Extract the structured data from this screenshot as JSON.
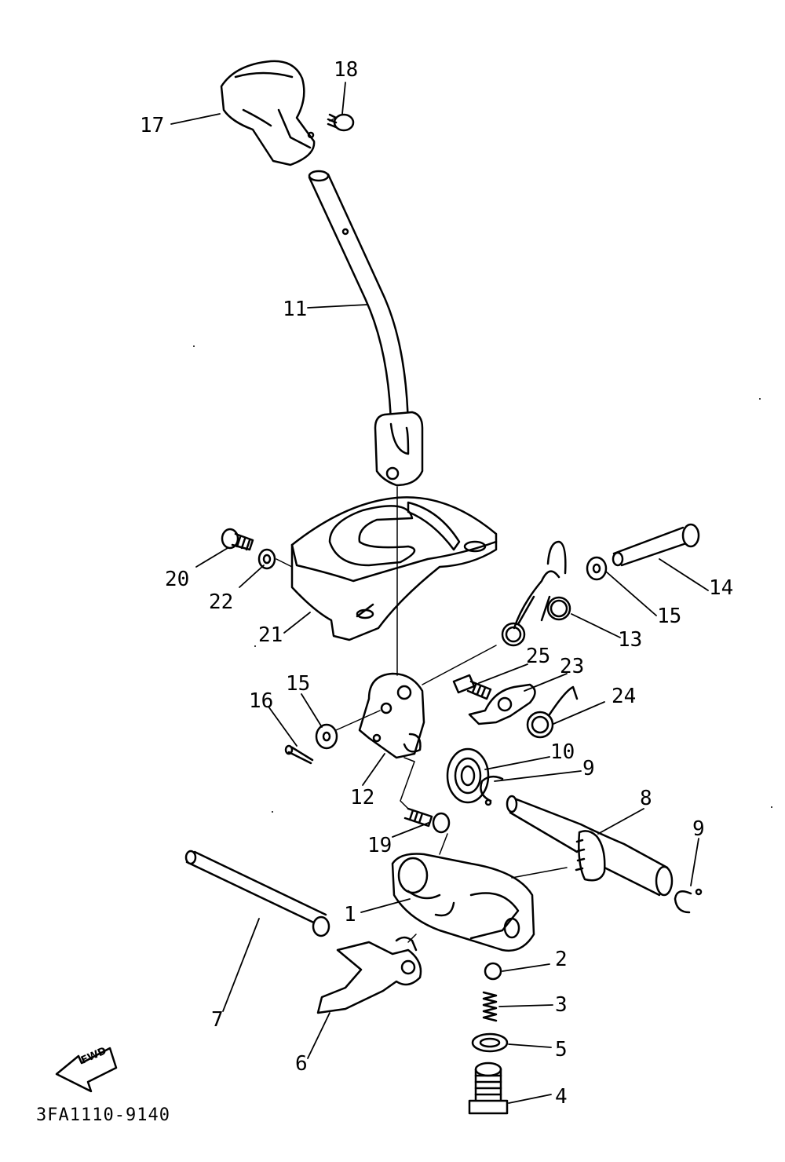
{
  "diagram": {
    "part_code": "3FA1110-9140",
    "fwd_label": "FWD",
    "callouts": [
      {
        "id": "c17",
        "text": "17"
      },
      {
        "id": "c18",
        "text": "18"
      },
      {
        "id": "c11",
        "text": "11"
      },
      {
        "id": "c20",
        "text": "20"
      },
      {
        "id": "c22",
        "text": "22"
      },
      {
        "id": "c21",
        "text": "21"
      },
      {
        "id": "c14",
        "text": "14"
      },
      {
        "id": "c15a",
        "text": "15"
      },
      {
        "id": "c13",
        "text": "13"
      },
      {
        "id": "c25",
        "text": "25"
      },
      {
        "id": "c23",
        "text": "23"
      },
      {
        "id": "c24",
        "text": "24"
      },
      {
        "id": "c15b",
        "text": "15"
      },
      {
        "id": "c16",
        "text": "16"
      },
      {
        "id": "c10",
        "text": "10"
      },
      {
        "id": "c9a",
        "text": "9"
      },
      {
        "id": "c12",
        "text": "12"
      },
      {
        "id": "c8",
        "text": "8"
      },
      {
        "id": "c19",
        "text": "19"
      },
      {
        "id": "c9b",
        "text": "9"
      },
      {
        "id": "c1",
        "text": "1"
      },
      {
        "id": "c2",
        "text": "2"
      },
      {
        "id": "c3",
        "text": "3"
      },
      {
        "id": "c7",
        "text": "7"
      },
      {
        "id": "c5",
        "text": "5"
      },
      {
        "id": "c6",
        "text": "6"
      },
      {
        "id": "c4",
        "text": "4"
      }
    ]
  }
}
